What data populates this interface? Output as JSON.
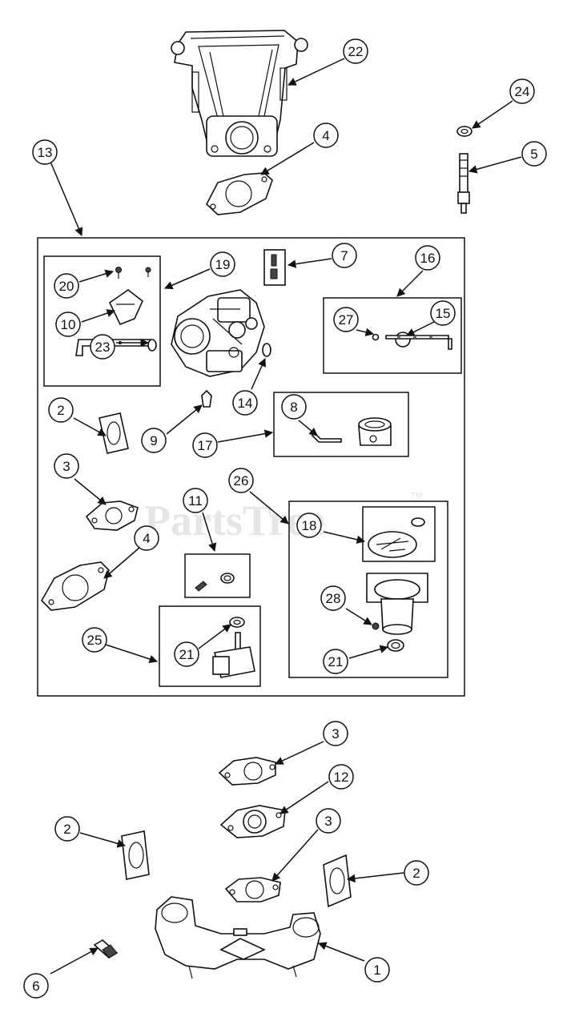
{
  "watermark": {
    "text": "PartsTree",
    "tm": "TM"
  },
  "callouts": {
    "c22": "22",
    "c24": "24",
    "c4a": "4",
    "c5": "5",
    "c13": "13",
    "c7": "7",
    "c16": "16",
    "c19": "19",
    "c20": "20",
    "c10": "10",
    "c27": "27",
    "c15": "15",
    "c23": "23",
    "c14": "14",
    "c2a": "2",
    "c9": "9",
    "c8": "8",
    "c17": "17",
    "c3a": "3",
    "c26": "26",
    "c11": "11",
    "c18": "18",
    "c4b": "4",
    "c28": "28",
    "c25": "25",
    "c21a": "21",
    "c21b": "21",
    "c3b": "3",
    "c12": "12",
    "c2b": "2",
    "c3c": "3",
    "c2c": "2",
    "c6": "6",
    "c1": "1"
  },
  "colors": {
    "line": "#111111",
    "watermark": "#e6e6e6",
    "background": "#ffffff"
  }
}
